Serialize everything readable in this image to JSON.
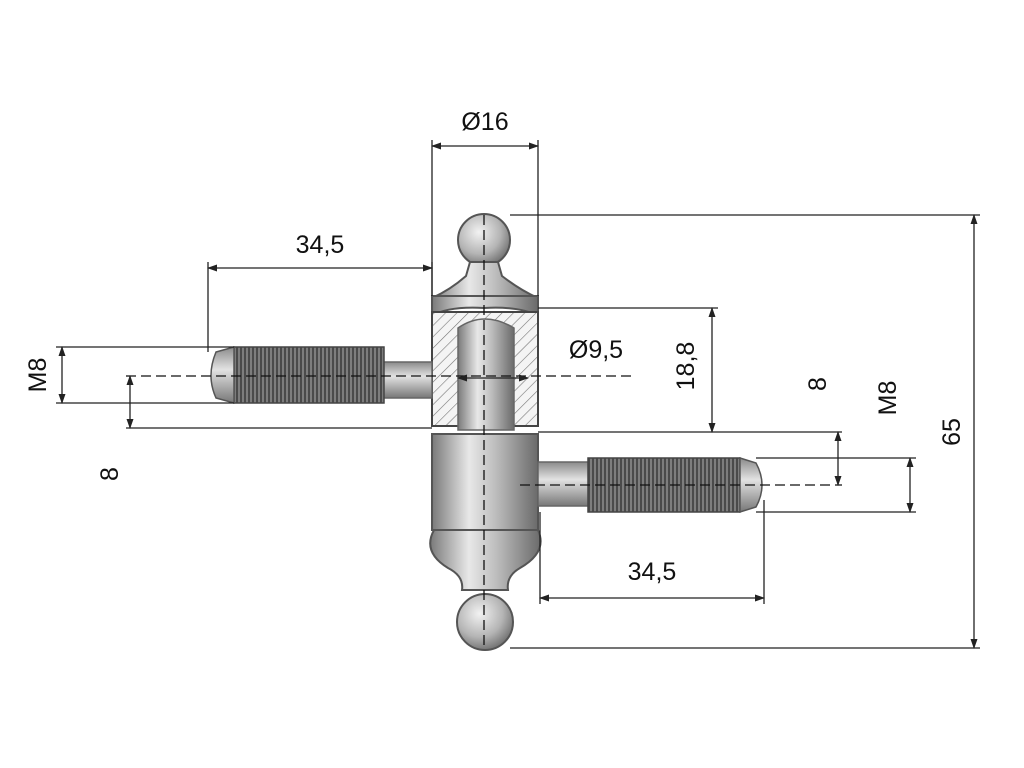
{
  "dimensions": {
    "head_diameter": "Ø16",
    "pin_diameter": "Ø9,5",
    "left_thread_length": "34,5",
    "right_thread_length": "34,5",
    "left_thread_size": "M8",
    "right_thread_size": "M8",
    "left_offset": "8",
    "right_offset": "8",
    "sleeve_height": "18,8",
    "total_height": "65"
  },
  "colors": {
    "metal_light": "#e6e6e6",
    "metal_mid": "#a9a9a9",
    "metal_dark": "#6e6e6e",
    "thread_dark": "#555555",
    "line": "#222222"
  }
}
